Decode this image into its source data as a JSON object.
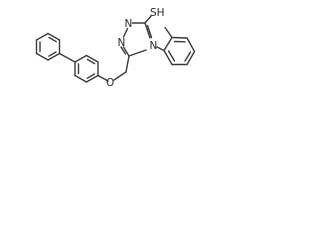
{
  "molecule": {
    "atoms": {
      "sh": "SH",
      "n1": "N",
      "n2": "N",
      "n4": "N",
      "o": "O"
    }
  }
}
